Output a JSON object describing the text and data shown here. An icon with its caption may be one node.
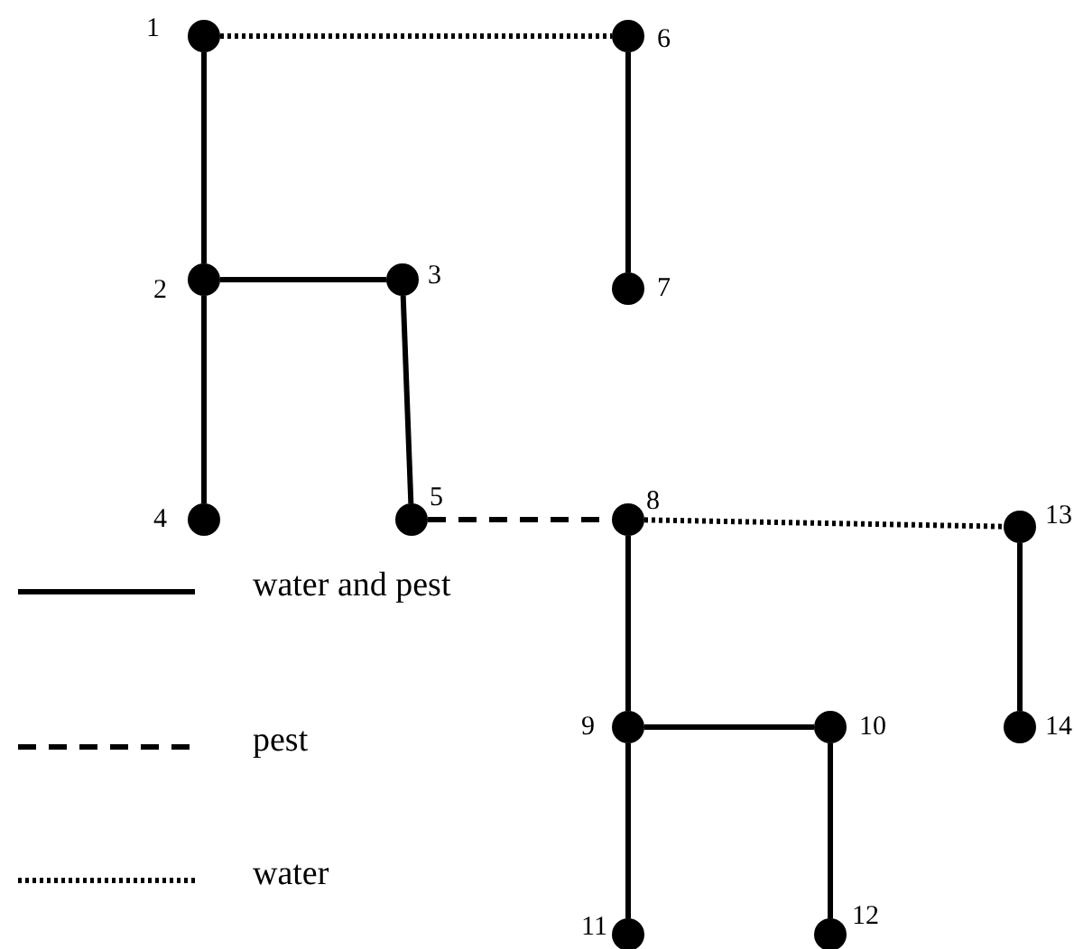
{
  "diagram": {
    "nodes": [
      {
        "text": [],
        "shape": "circle",
        "beside": [
          "1"
        ]
      },
      {
        "text": [],
        "shape": "circle",
        "beside": [
          "2"
        ]
      },
      {
        "text": [],
        "shape": "circle",
        "beside": [
          "3"
        ]
      },
      {
        "text": [],
        "shape": "circle",
        "beside": [
          "4"
        ]
      },
      {
        "text": [],
        "shape": "circle",
        "beside": [
          "5"
        ]
      },
      {
        "text": [],
        "shape": "circle",
        "beside": [
          "6"
        ]
      },
      {
        "text": [],
        "shape": "circle",
        "beside": [
          "7"
        ]
      },
      {
        "text": [],
        "shape": "circle",
        "beside": [
          "8"
        ]
      },
      {
        "text": [],
        "shape": "circle",
        "beside": [
          "9"
        ]
      },
      {
        "text": [],
        "shape": "circle",
        "beside": [
          "10"
        ]
      },
      {
        "text": [],
        "shape": "circle",
        "beside": [
          "11"
        ]
      },
      {
        "text": [],
        "shape": "circle",
        "beside": [
          "12"
        ]
      },
      {
        "text": [],
        "shape": "circle",
        "beside": [
          "13"
        ]
      },
      {
        "text": [],
        "shape": "circle",
        "beside": [
          "14"
        ]
      }
    ],
    "edges": [
      {
        "from": 0,
        "to": 5,
        "arrow": "none",
        "style": "dashed"
      },
      {
        "from": 0,
        "to": 1,
        "arrow": "none"
      },
      {
        "from": 1,
        "to": 2,
        "arrow": "none"
      },
      {
        "from": 1,
        "to": 3,
        "arrow": "none"
      },
      {
        "from": 2,
        "to": 4,
        "arrow": "none"
      },
      {
        "from": 5,
        "to": 6,
        "arrow": "none"
      },
      {
        "from": 4,
        "to": 7,
        "arrow": "none",
        "style": "dashed"
      },
      {
        "from": 7,
        "to": 12,
        "arrow": "none",
        "style": "dashed"
      },
      {
        "from": 7,
        "to": 8,
        "arrow": "none"
      },
      {
        "from": 8,
        "to": 9,
        "arrow": "none"
      },
      {
        "from": 8,
        "to": 10,
        "arrow": "none"
      },
      {
        "from": 9,
        "to": 11,
        "arrow": "none"
      },
      {
        "from": 12,
        "to": 13,
        "arrow": "none"
      }
    ],
    "legend": [
      {
        "text": "water and pest"
      },
      {
        "text": "pest"
      },
      {
        "text": "water"
      }
    ]
  }
}
